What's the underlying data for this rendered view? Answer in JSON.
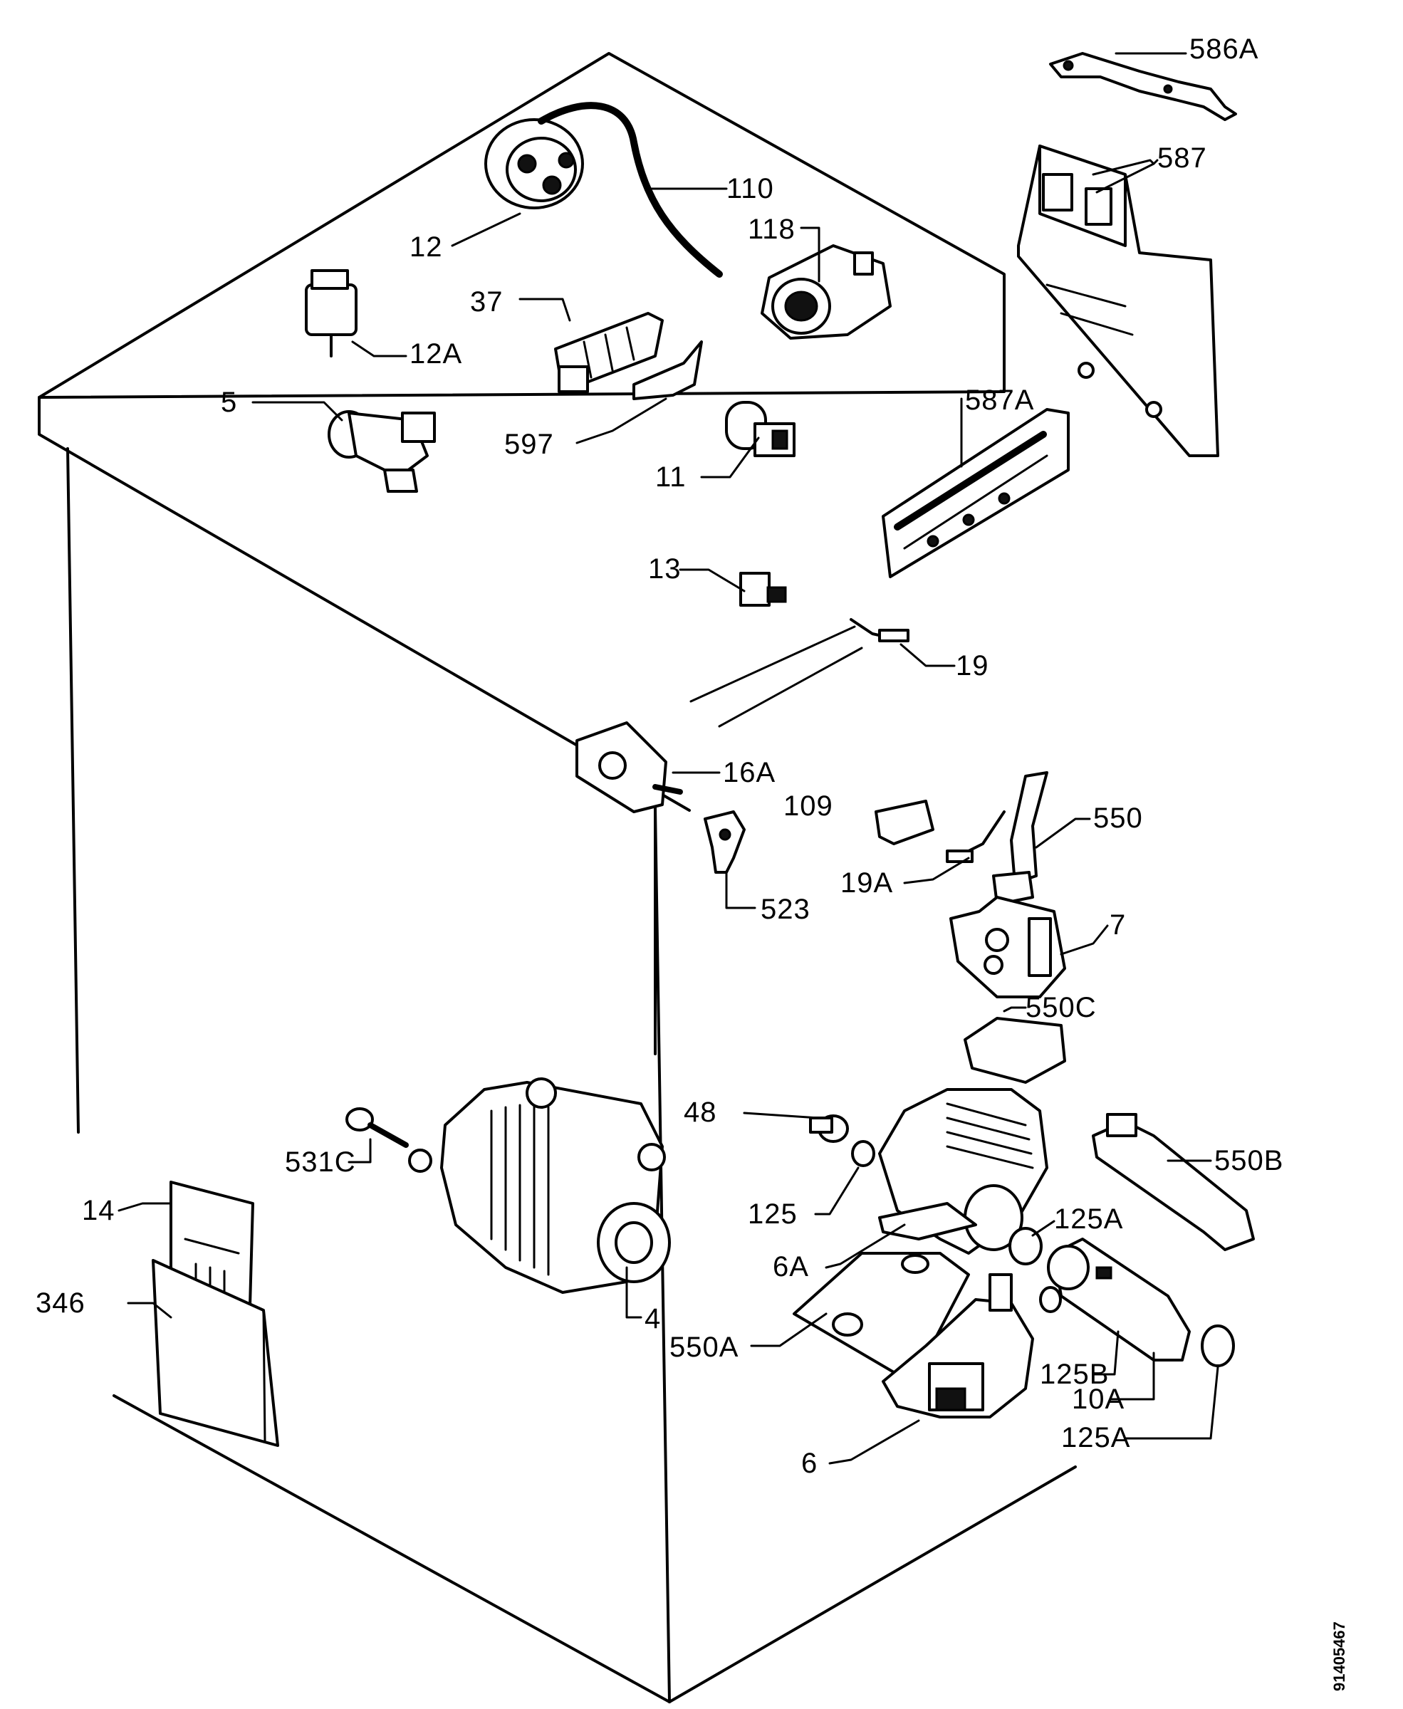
{
  "document_id": "91405467",
  "parts": [
    {
      "id": "586A",
      "label": "586A"
    },
    {
      "id": "587",
      "label": "587"
    },
    {
      "id": "110",
      "label": "110"
    },
    {
      "id": "12",
      "label": "12"
    },
    {
      "id": "118",
      "label": "118"
    },
    {
      "id": "37",
      "label": "37"
    },
    {
      "id": "12A",
      "label": "12A"
    },
    {
      "id": "5",
      "label": "5"
    },
    {
      "id": "597",
      "label": "597"
    },
    {
      "id": "587A",
      "label": "587A"
    },
    {
      "id": "11",
      "label": "11"
    },
    {
      "id": "13",
      "label": "13"
    },
    {
      "id": "19",
      "label": "19"
    },
    {
      "id": "16A",
      "label": "16A"
    },
    {
      "id": "109",
      "label": "109"
    },
    {
      "id": "550",
      "label": "550"
    },
    {
      "id": "19A",
      "label": "19A"
    },
    {
      "id": "523",
      "label": "523"
    },
    {
      "id": "7",
      "label": "7"
    },
    {
      "id": "550C",
      "label": "550C"
    },
    {
      "id": "48",
      "label": "48"
    },
    {
      "id": "531C",
      "label": "531C"
    },
    {
      "id": "550B",
      "label": "550B"
    },
    {
      "id": "14",
      "label": "14"
    },
    {
      "id": "125",
      "label": "125"
    },
    {
      "id": "125A_top",
      "label": "125A"
    },
    {
      "id": "6A",
      "label": "6A"
    },
    {
      "id": "346",
      "label": "346"
    },
    {
      "id": "4",
      "label": "4"
    },
    {
      "id": "550A",
      "label": "550A"
    },
    {
      "id": "125B",
      "label": "125B"
    },
    {
      "id": "10A",
      "label": "10A"
    },
    {
      "id": "6",
      "label": "6"
    },
    {
      "id": "125A_bottom",
      "label": "125A"
    }
  ]
}
